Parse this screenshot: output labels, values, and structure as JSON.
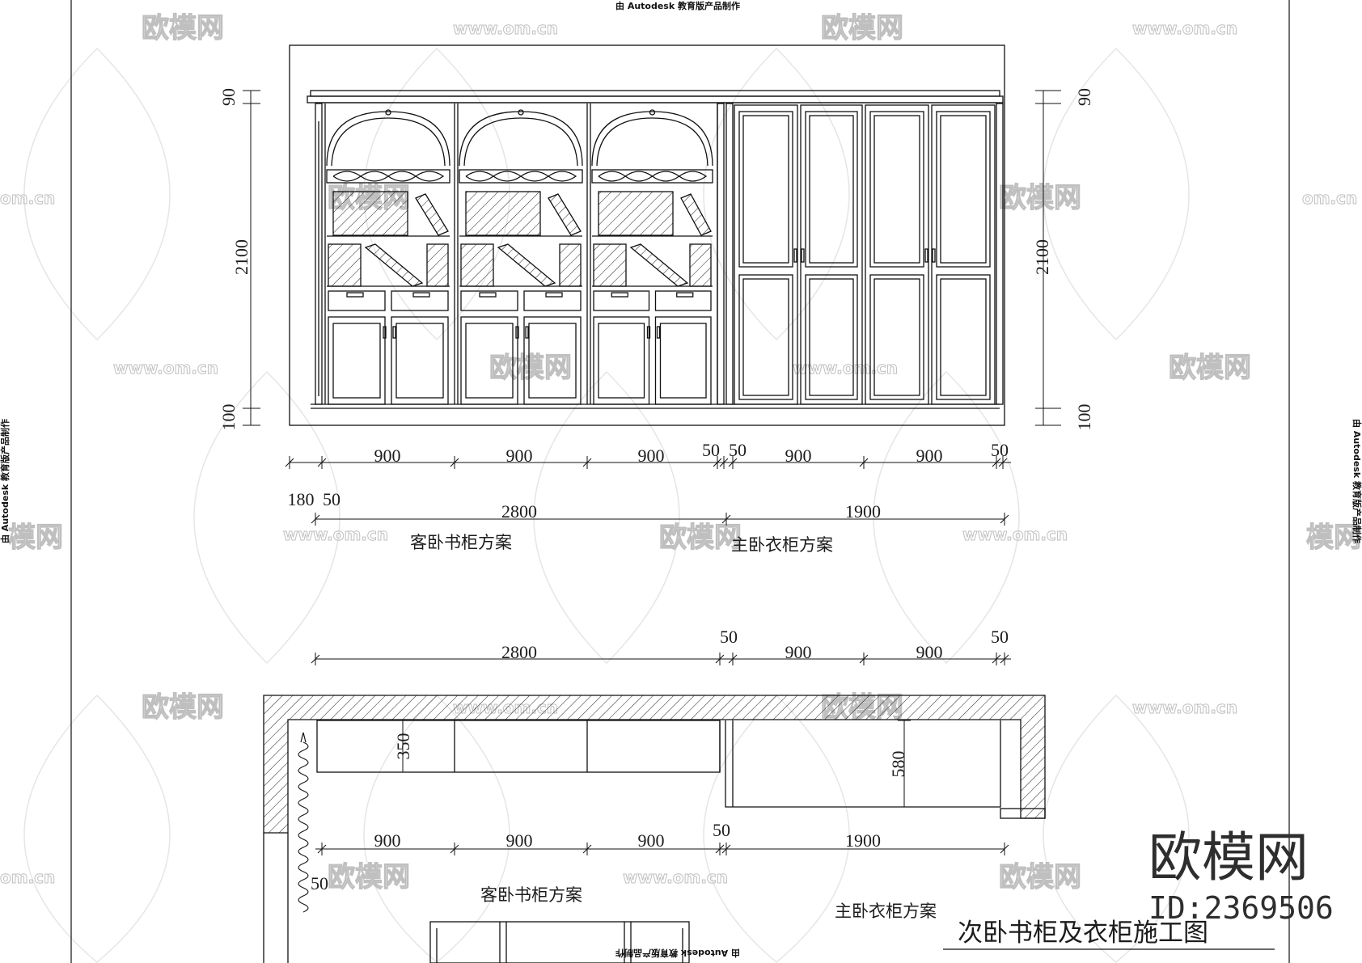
{
  "stamp": "由 Autodesk 教育版产品制作",
  "elevation": {
    "left_heights": [
      "90",
      "2100",
      "100"
    ],
    "right_heights": [
      "90",
      "2100",
      "100"
    ],
    "widths_top": [
      "900",
      "900",
      "900",
      "50",
      "50",
      "900",
      "900",
      "50"
    ],
    "widths_edge": [
      "180",
      "50"
    ],
    "totals": [
      "2800",
      "1900"
    ],
    "label_study": "客卧书柜方案",
    "label_wardrobe": "主卧衣柜方案"
  },
  "plan": {
    "top_dims": [
      "2800",
      "50",
      "900",
      "900",
      "50"
    ],
    "depths": [
      "350",
      "580"
    ],
    "bottom_dims": [
      "900",
      "900",
      "900",
      "50",
      "1900"
    ],
    "side_dim": "50",
    "label_study": "客卧书柜方案",
    "label_wardrobe": "主卧衣柜方案"
  },
  "title": "次卧书柜及衣柜施工图",
  "brand": "欧模网",
  "brand_id": "ID:2369506",
  "watermark": {
    "logo": "欧模网",
    "url": "www.om.cn",
    "short_url": "om.cn",
    "partial_logo": "模网"
  }
}
